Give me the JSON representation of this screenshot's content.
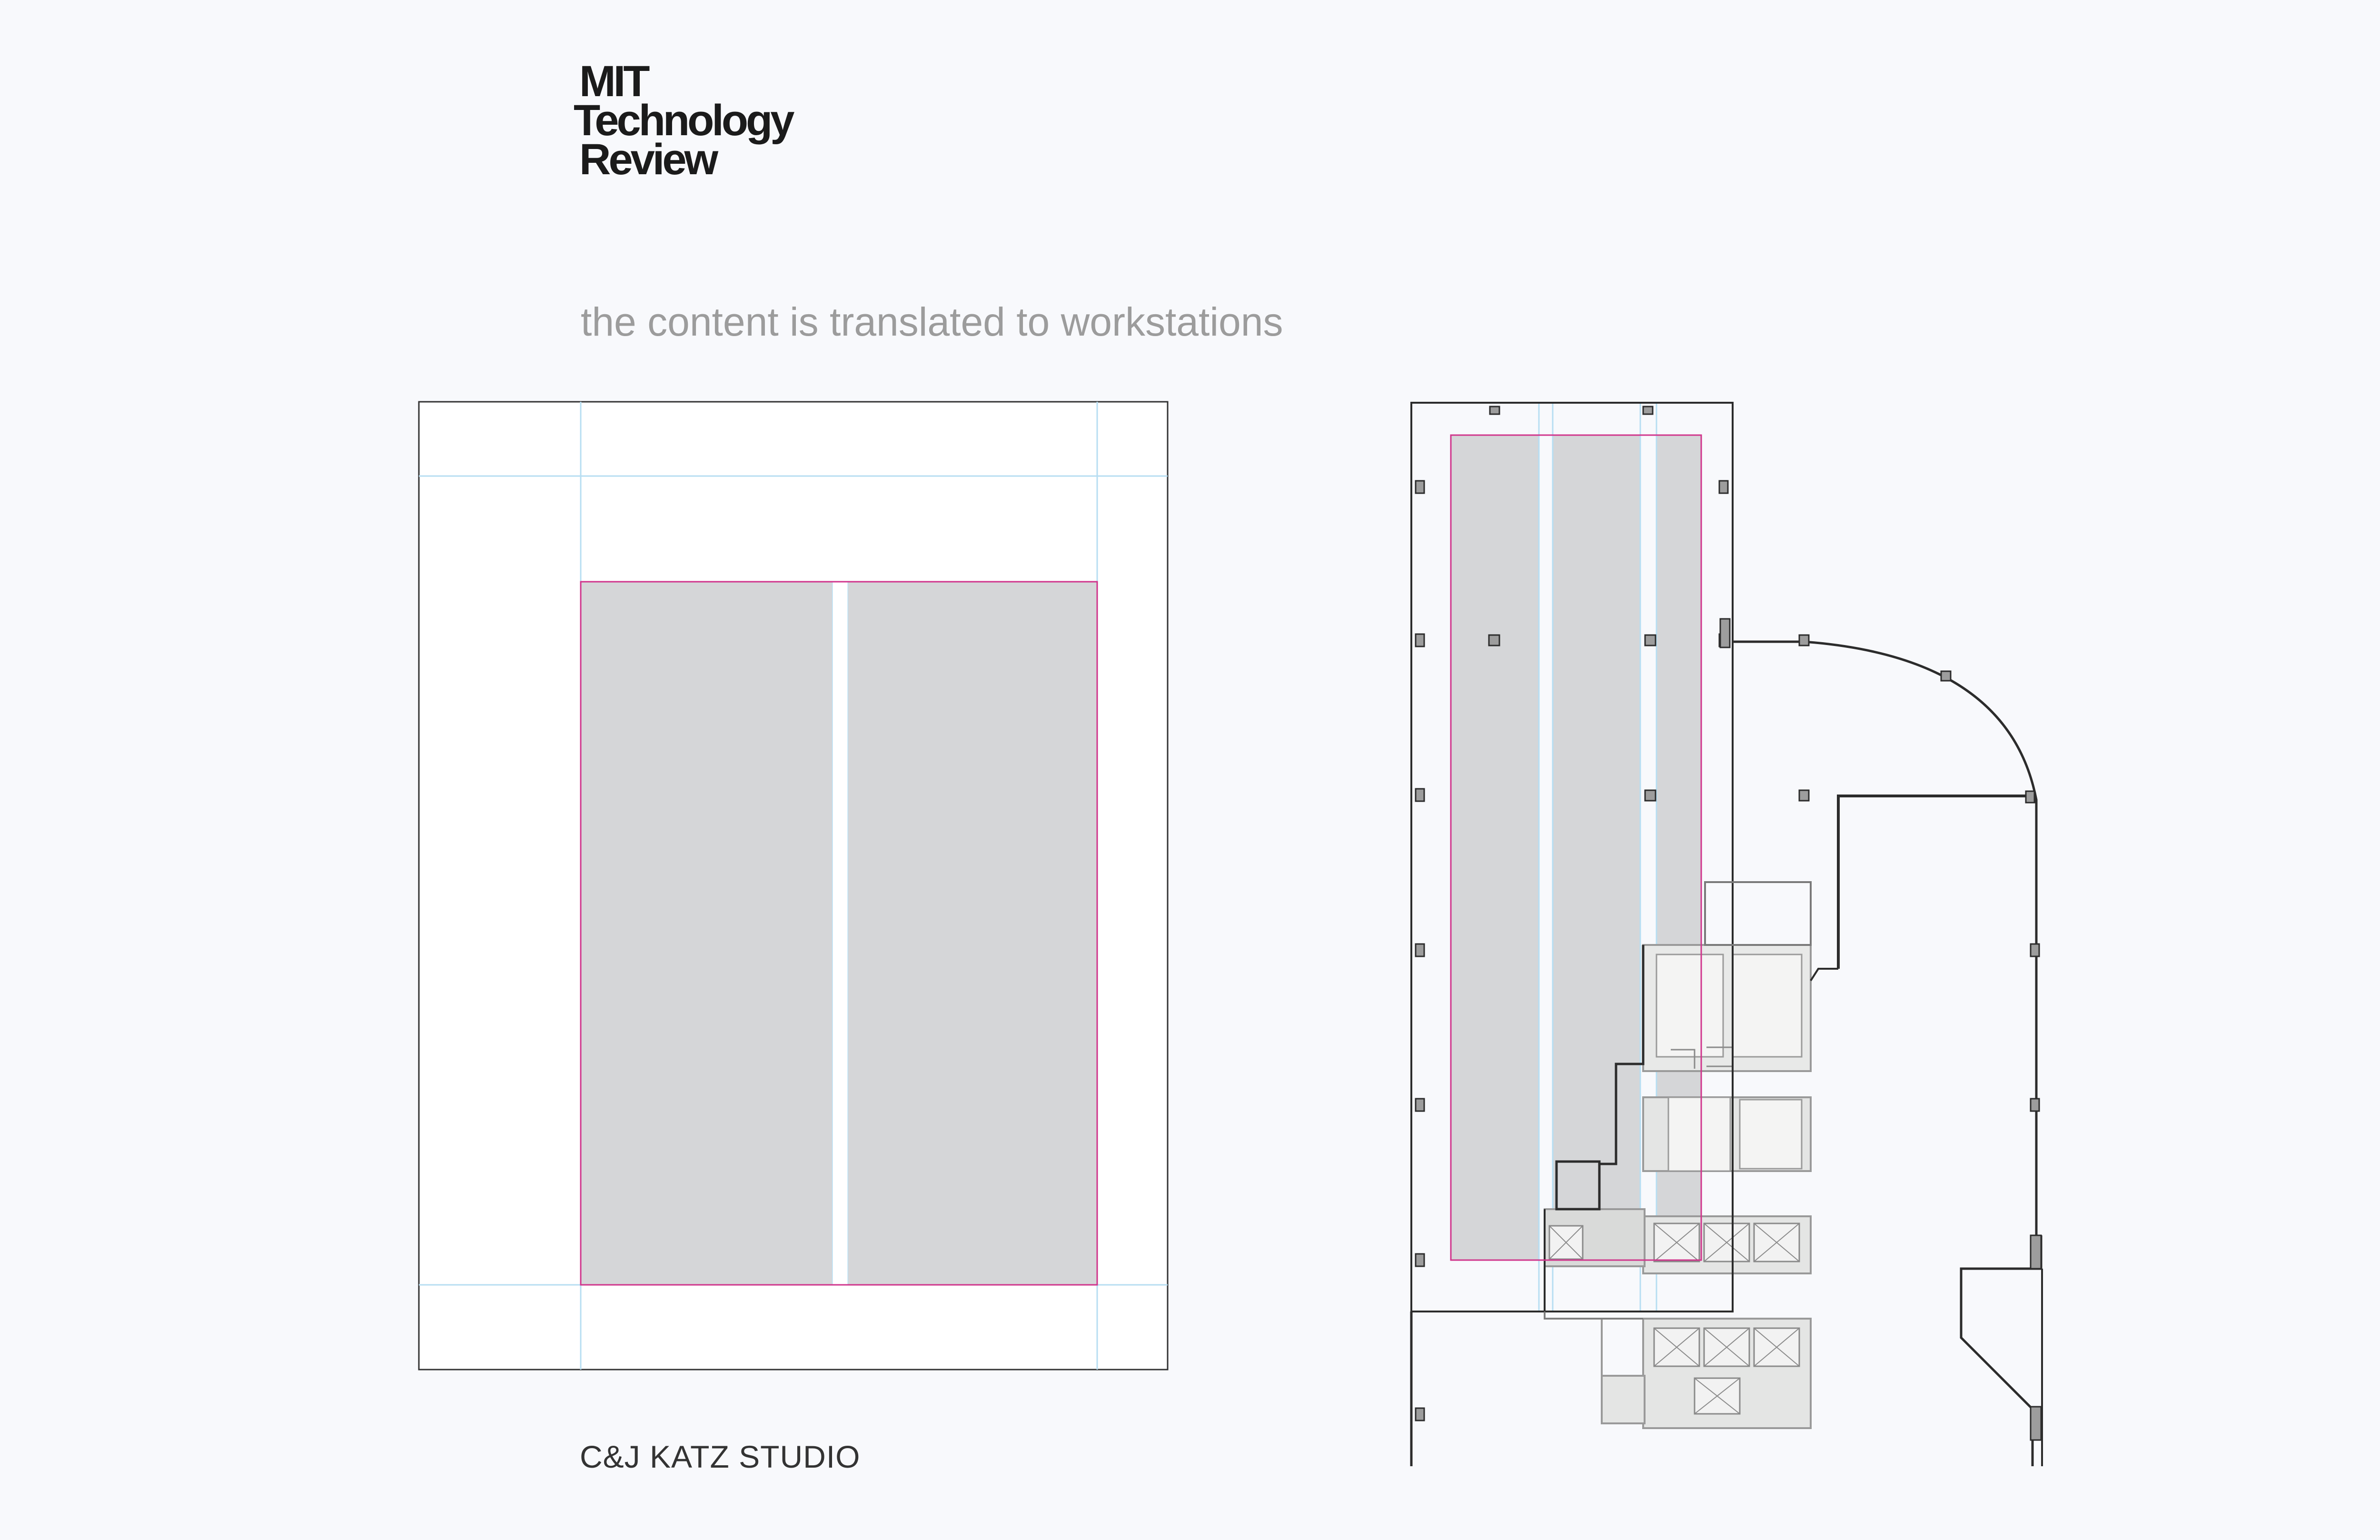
{
  "brand": {
    "logo_lines": [
      "MIT",
      "Technology",
      "Review"
    ]
  },
  "caption": "the content is translated to workstations",
  "studio": "C&J KATZ STUDIO",
  "colors": {
    "background": "#f8f9fc",
    "guide_line": "#b7def2",
    "content_area": "#d5d6d8",
    "content_border": "#d0358c",
    "wall": "#3a3a3a",
    "core_fill": "#e4e5e4",
    "text_primary": "#1b1b1b",
    "text_muted": "#9c9c9c"
  },
  "icons": {
    "logo": "mit-technology-review-wordmark"
  }
}
